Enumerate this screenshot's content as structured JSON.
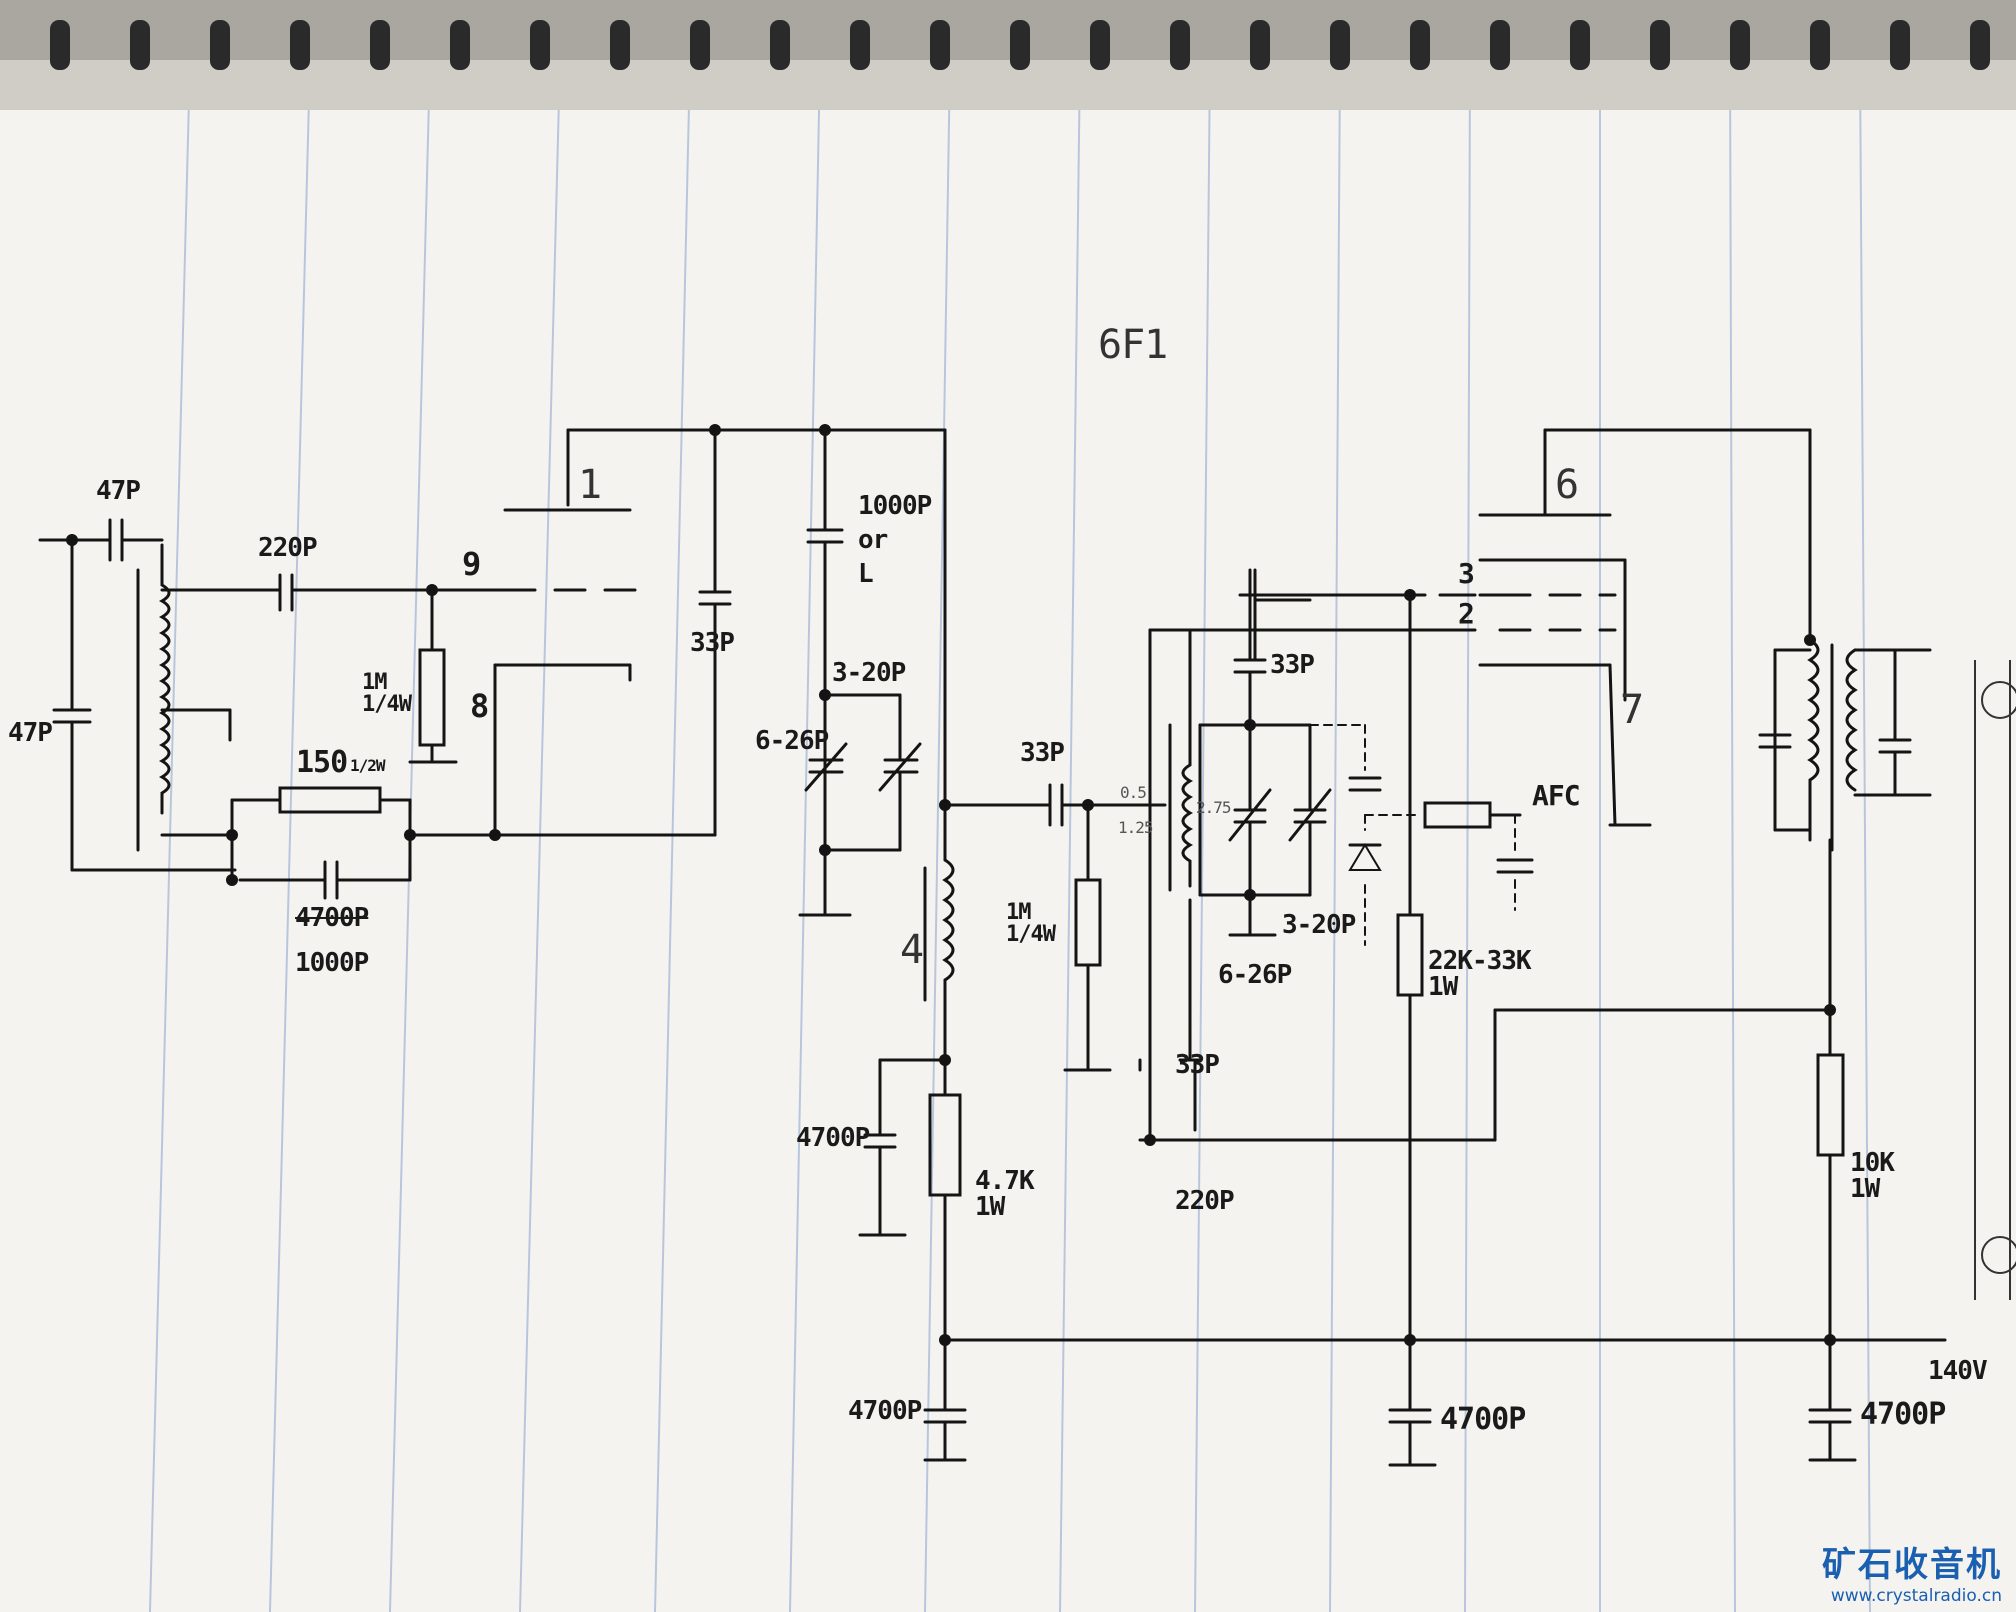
{
  "title": "6F1",
  "tube_pins": {
    "p1": "1",
    "p2": "2",
    "p3": "3",
    "p4": "4",
    "p6": "6",
    "p7": "7",
    "p8": "8",
    "p9": "9"
  },
  "components": {
    "c_in_top": "47P",
    "c_in_left": "47P",
    "c_grid": "220P",
    "r_grid": "1M\n1/4W",
    "r_150": "150",
    "r_150_power": "1/2W",
    "c_bypass_old": "4700P",
    "c_bypass_new": "1000P",
    "c_33p_a": "33P",
    "c_1000p": "1000P\nor\nL",
    "c_trim_a": "3-20P",
    "c_var_a": "6-26P",
    "c_33p_b": "33P",
    "r_1m_b": "1M\n1/4W",
    "coil_tap_a": "0.5",
    "coil_tap_b": "1.25",
    "coil_turns": "2.75",
    "c_33p_c": "33P",
    "c_var_b": "6-26P",
    "c_trim_b": "3-20P",
    "afc": "AFC",
    "r_22k": "22K-33K\n1W",
    "c_33p_d": "33P",
    "c_220p": "220P",
    "c_4700p_a": "4700P",
    "r_47k": "4.7K\n1W",
    "c_4700p_b": "4700P",
    "c_4700p_c": "4700P",
    "c_4700p_d": "4700P",
    "r_10k": "10K\n1W",
    "b_plus": "140V"
  },
  "watermark": {
    "title": "矿石收音机",
    "url": "www.crystalradio.cn"
  }
}
